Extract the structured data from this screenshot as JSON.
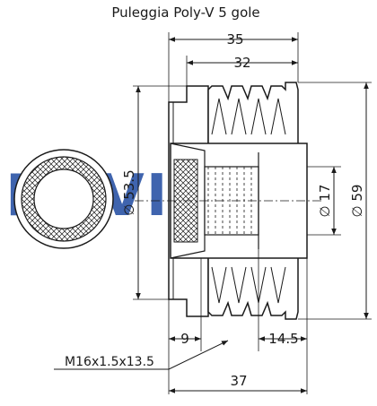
{
  "title": "Puleggia Poly-V 5 gole",
  "watermark": "RUVILLE",
  "dimensions": {
    "overall_width": "35",
    "groove_width": "32",
    "hub_diameter": "∅ 53.5",
    "bore_diameter": "∅ 17",
    "outer_diameter": "∅ 59",
    "spline_depth": "9",
    "thread_length": "14.5",
    "total_length": "37"
  },
  "thread_callout": "M16x1.5x13.5",
  "colors": {
    "line": "#1a1a1a",
    "watermark": "#1e4aa0"
  }
}
